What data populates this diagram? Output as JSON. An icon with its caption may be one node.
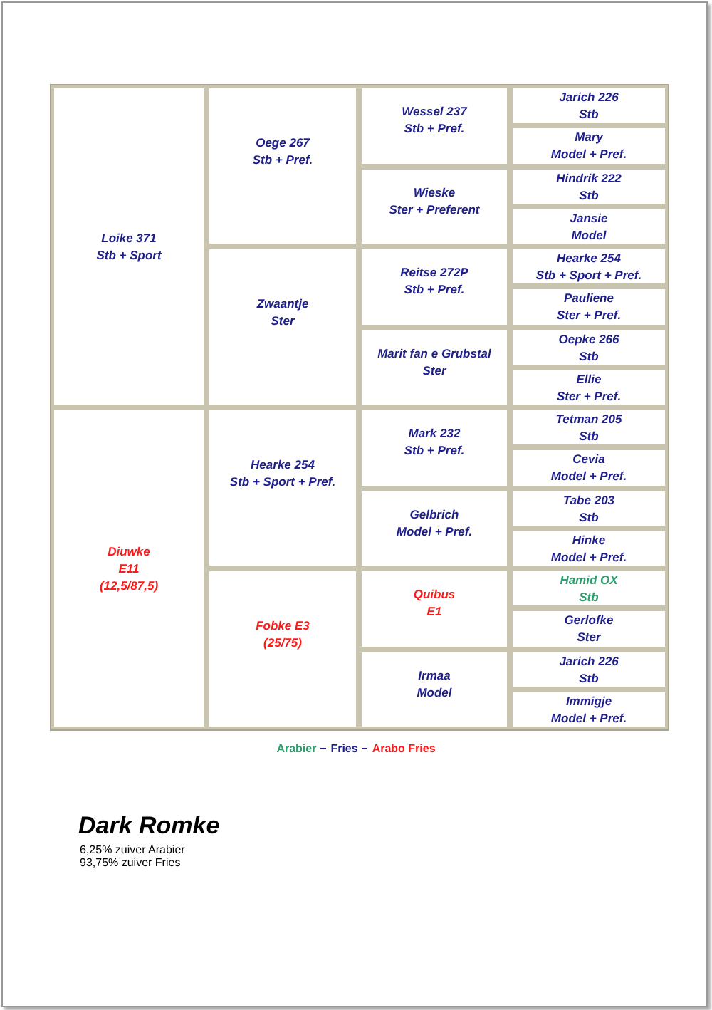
{
  "diagram": {
    "title": "Dark Romke",
    "nodes": [
      {
        "text": [
          "Loike 371",
          "Stb + Sport"
        ]
      },
      {
        "text": [
          "Oege 267",
          "Stb + Pref."
        ]
      },
      {
        "text": [
          "Wessel 237",
          "Stb + Pref."
        ]
      },
      {
        "text": [
          "Jarich 226",
          "Stb"
        ]
      },
      {
        "text": [
          "Mary",
          "Model + Pref."
        ]
      },
      {
        "text": [
          "Wieske",
          "Ster + Preferent"
        ]
      },
      {
        "text": [
          "Hindrik 222",
          "Stb"
        ]
      },
      {
        "text": [
          "Jansie",
          "Model"
        ]
      },
      {
        "text": [
          "Zwaantje",
          "Ster"
        ]
      },
      {
        "text": [
          "Reitse 272P",
          "Stb + Pref."
        ]
      },
      {
        "text": [
          "Hearke 254",
          "Stb + Sport + Pref."
        ]
      },
      {
        "text": [
          "Pauliene",
          "Ster + Pref."
        ]
      },
      {
        "text": [
          "Marit fan e Grubstal",
          "Ster"
        ]
      },
      {
        "text": [
          "Oepke 266",
          "Stb"
        ]
      },
      {
        "text": [
          "Ellie",
          "Ster + Pref."
        ]
      },
      {
        "text": [
          "Diuwke",
          "E11",
          "(12,5/87,5)"
        ]
      },
      {
        "text": [
          "Hearke 254",
          "Stb + Sport + Pref."
        ]
      },
      {
        "text": [
          "Mark 232",
          "Stb + Pref."
        ]
      },
      {
        "text": [
          "Tetman 205",
          "Stb"
        ]
      },
      {
        "text": [
          "Cevia",
          "Model + Pref."
        ]
      },
      {
        "text": [
          "Gelbrich",
          "Model + Pref."
        ]
      },
      {
        "text": [
          "Tabe 203",
          "Stb"
        ]
      },
      {
        "text": [
          "Hinke",
          "Model + Pref."
        ]
      },
      {
        "text": [
          "Fobke E3",
          "(25/75)"
        ]
      },
      {
        "text": [
          "Quibus",
          "E1"
        ]
      },
      {
        "text": [
          "Hamid OX",
          "Stb"
        ]
      },
      {
        "text": [
          "Gerlofke",
          "Ster"
        ]
      },
      {
        "text": [
          "Irmaa",
          "Model"
        ]
      },
      {
        "text": [
          "Jarich 226",
          "Stb"
        ]
      },
      {
        "text": [
          "Immigje",
          "Model + Pref."
        ]
      }
    ],
    "edges": [],
    "labels": [
      "6,25% zuiver Arabier",
      "93,75% zuiver Fries"
    ],
    "legend": [
      {
        "text": "Arabier",
        "color": "#2e9e6e"
      },
      {
        "text": "Fries",
        "color": "#1e1e8c"
      },
      {
        "text": "Arabo Fries",
        "color": "#ff1a1a"
      }
    ]
  }
}
